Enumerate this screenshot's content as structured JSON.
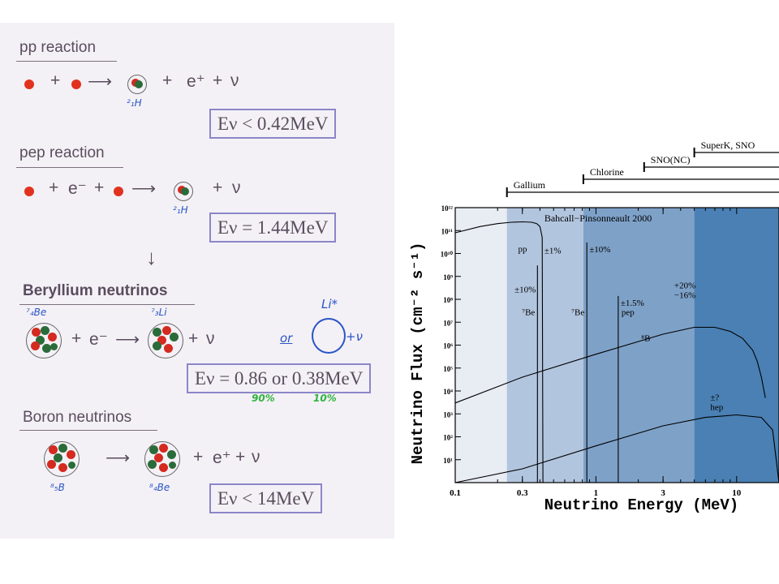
{
  "left": {
    "pp": {
      "title": "pp reaction",
      "plus1": "+",
      "arrow": "⟶",
      "plus2": "+",
      "positron": "e⁺",
      "plus3": "+",
      "nu": "ν",
      "isotope": "²₁H",
      "energy": "Eν < 0.42MeV"
    },
    "pep": {
      "title": "pep reaction",
      "plus1": "+",
      "electron": "e⁻",
      "plus2": "+",
      "arrow": "⟶",
      "plus3": "+",
      "nu": "ν",
      "isotope": "²₁H",
      "energy": "Eν = 1.44MeV"
    },
    "down_arrow": "↓",
    "be": {
      "title": "Beryllium neutrinos",
      "isotope_left": "⁷₄Be",
      "plus1": "+",
      "electron": "e⁻",
      "arrow": "⟶",
      "isotope_right": "⁷₃Li",
      "plus2": "+",
      "nu": "ν",
      "or": "or",
      "li_star": "Li*",
      "plus_nu": "+ν",
      "energy": "Eν = 0.86 or 0.38MeV",
      "pct1": "90%",
      "pct2": "10%"
    },
    "boron": {
      "title": "Boron neutrinos",
      "isotope_left": "⁸₅B",
      "arrow": "⟶",
      "isotope_right": "⁸₄Be",
      "plus1": "+",
      "positron": "e⁺",
      "plus2": "+",
      "nu": "ν",
      "energy": "Eν < 14MeV"
    }
  },
  "chart_data": {
    "type": "line",
    "xlabel": "Neutrino Energy (MeV)",
    "ylabel": "Neutrino Flux  (cm⁻² s⁻¹)",
    "xscale": "log",
    "yscale": "log",
    "xlim": [
      0.1,
      20
    ],
    "ylim": [
      1,
      1000000000000.0
    ],
    "x_ticks": [
      "0.1",
      "0.3",
      "1",
      "3",
      "10"
    ],
    "y_ticks": [
      "10¹",
      "10²",
      "10³",
      "10⁴",
      "10⁵",
      "10⁶",
      "10⁷",
      "10⁸",
      "10⁹",
      "10¹⁰",
      "10¹¹",
      "10¹²"
    ],
    "annotation": "Bahcall−Pinsonneault 2000",
    "detectors": [
      {
        "name": "Gallium",
        "threshold": 0.233
      },
      {
        "name": "Chlorine",
        "threshold": 0.814
      },
      {
        "name": "SNO(NC)",
        "threshold": 2.2
      },
      {
        "name": "SuperK, SNO",
        "threshold": 5.0
      }
    ],
    "bands": [
      {
        "from": 0.1,
        "to": 0.233,
        "color": "#e8ecf3"
      },
      {
        "from": 0.233,
        "to": 0.814,
        "color": "#b2c5de"
      },
      {
        "from": 0.814,
        "to": 5.0,
        "color": "#7ea1c8"
      },
      {
        "from": 5.0,
        "to": 20,
        "color": "#4a80b3"
      }
    ],
    "series": [
      {
        "name": "pp",
        "uncertainty": "±1%",
        "x": [
          0.1,
          0.15,
          0.2,
          0.25,
          0.3,
          0.35,
          0.38,
          0.4,
          0.415,
          0.42
        ],
        "y": [
          80000000000,
          150000000000,
          200000000000,
          230000000000,
          240000000000,
          230000000000,
          200000000000,
          150000000000,
          50000000000,
          1
        ]
      },
      {
        "name": "⁸B",
        "uncertainty": "+20%  −16%",
        "x": [
          0.1,
          0.3,
          1,
          3,
          5,
          7,
          9,
          11,
          13,
          14,
          15,
          16
        ],
        "y": [
          3000,
          40000,
          400000,
          3000000,
          6000000,
          6000000,
          4000000,
          2000000,
          600000,
          200000,
          40000,
          5000
        ]
      },
      {
        "name": "hep",
        "uncertainty": "±?",
        "x": [
          0.1,
          0.3,
          1,
          3,
          6,
          10,
          15,
          18,
          20
        ],
        "y": [
          1,
          4,
          40,
          300,
          700,
          900,
          700,
          200,
          1
        ]
      }
    ],
    "lines": [
      {
        "name": "⁷Be",
        "x": 0.384,
        "flux": 3000000000,
        "uncertainty": "±10%"
      },
      {
        "name": "⁷Be",
        "x": 0.862,
        "flux": 30000000000,
        "uncertainty": "±10%"
      },
      {
        "name": "pep",
        "x": 1.44,
        "flux": 140000000,
        "uncertainty": "±1.5%"
      }
    ]
  }
}
